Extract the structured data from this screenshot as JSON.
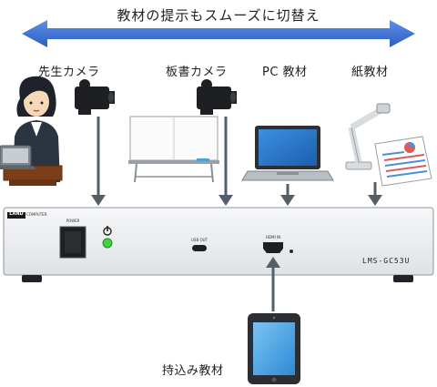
{
  "header": {
    "title": "教材の提示もスムーズに切替え"
  },
  "sources": {
    "teacher_camera": "先生カメラ",
    "board_camera": "板書カメラ",
    "pc": "PC 教材",
    "paper": "紙教材"
  },
  "device": {
    "brand": "LAND",
    "brand_sub": "COMPUTER",
    "power": "POWER",
    "usb": "USB OUT",
    "hdmi": "HDMI IN",
    "model": "LMS-GC53U"
  },
  "bottom": {
    "tablet_label": "持込み教材"
  },
  "colors": {
    "header_arrow": "#3a6fd1",
    "flow_arrow": "#555f69",
    "device_body": "#eef0f2",
    "power_led": "#3fd13f"
  }
}
